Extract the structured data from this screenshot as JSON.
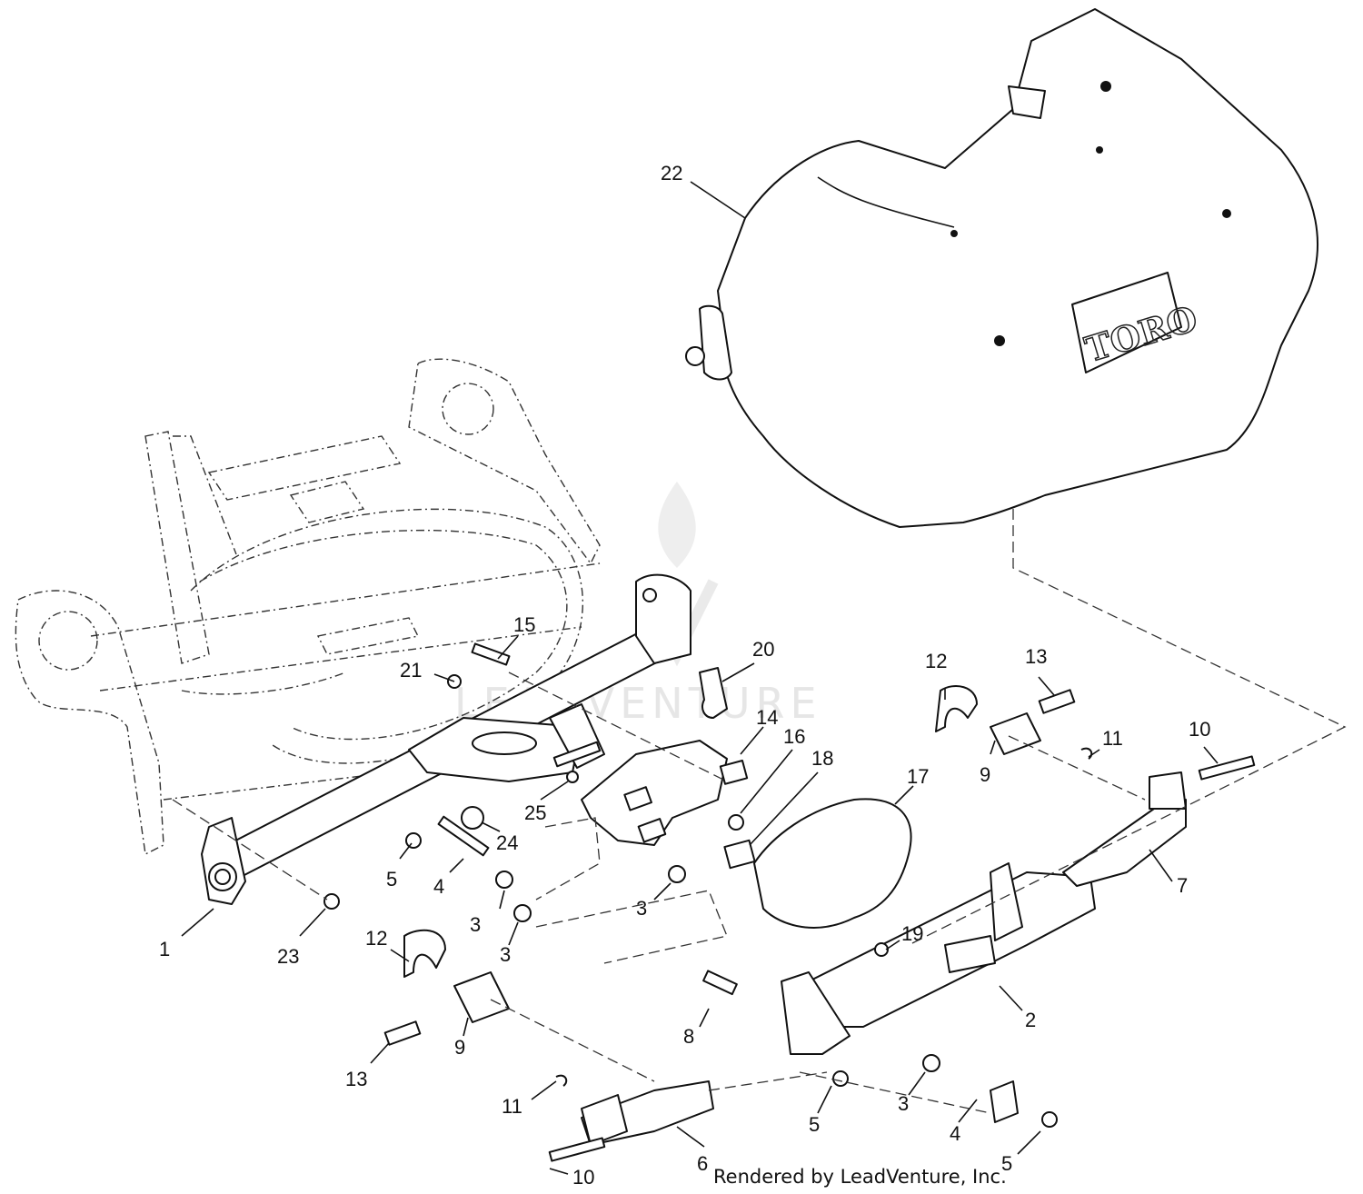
{
  "diagram": {
    "callouts": [
      "22",
      "15",
      "20",
      "21",
      "14",
      "16",
      "18",
      "17",
      "12",
      "13",
      "11",
      "10",
      "9",
      "7",
      "2",
      "19",
      "25",
      "24",
      "5",
      "4",
      "3",
      "3",
      "3",
      "1",
      "23",
      "12",
      "9",
      "13",
      "8",
      "11",
      "6",
      "10",
      "5",
      "3",
      "4",
      "5"
    ],
    "brand_logo": "TORO",
    "watermark": "LEADVENTURE",
    "footer": "Rendered by LeadVenture, Inc."
  }
}
